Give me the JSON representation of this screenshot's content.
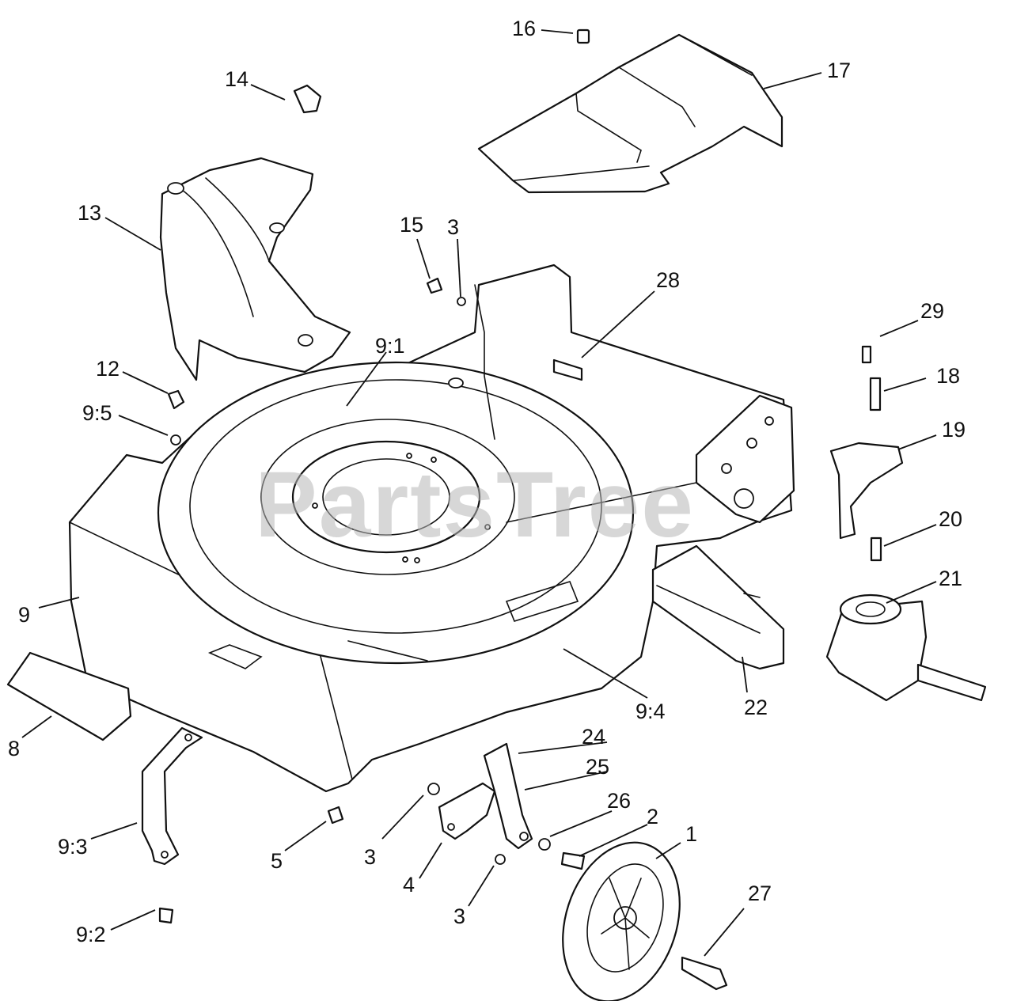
{
  "watermark": "PartsTree",
  "callouts": {
    "c1": "1",
    "c2": "2",
    "c3a": "3",
    "c3b": "3",
    "c3c": "3",
    "c4": "4",
    "c5": "5",
    "c8": "8",
    "c9": "9",
    "c9_1": "9:1",
    "c9_2": "9:2",
    "c9_3": "9:3",
    "c9_4": "9:4",
    "c9_5": "9:5",
    "c12": "12",
    "c13": "13",
    "c14": "14",
    "c15": "15",
    "c16": "16",
    "c17": "17",
    "c18": "18",
    "c19": "19",
    "c20": "20",
    "c21": "21",
    "c22": "22",
    "c24": "24",
    "c25": "25",
    "c26": "26",
    "c27": "27",
    "c28": "28",
    "c29": "29"
  }
}
